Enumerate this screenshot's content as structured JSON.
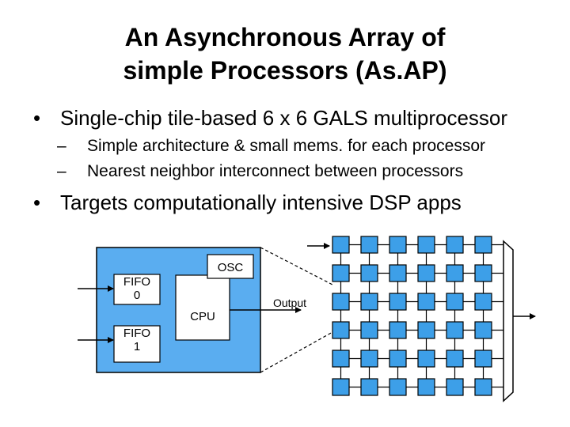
{
  "title": {
    "line1": "An Asynchronous Array of",
    "line2": "simple Processors (As.AP)"
  },
  "bullets": [
    {
      "text": "Single-chip tile-based 6 x 6 GALS multiprocessor",
      "subs": [
        "Simple architecture & small mems. for each processor",
        "Nearest neighbor interconnect between processors"
      ]
    },
    {
      "text": "Targets computationally intensive DSP apps"
    }
  ],
  "glyphs": {
    "bullet": "•",
    "dash": "–"
  },
  "diagram": {
    "fifo0_line1": "FIFO",
    "fifo0_line2": "0",
    "fifo1_line1": "FIFO",
    "fifo1_line2": "1",
    "osc_label": "OSC",
    "cpu_label": "CPU",
    "output_label": "Output",
    "grid_rows": 6,
    "grid_cols": 6,
    "colors": {
      "block": "#5aadf0",
      "tile": "#3d9fe8",
      "line": "#000000"
    }
  }
}
